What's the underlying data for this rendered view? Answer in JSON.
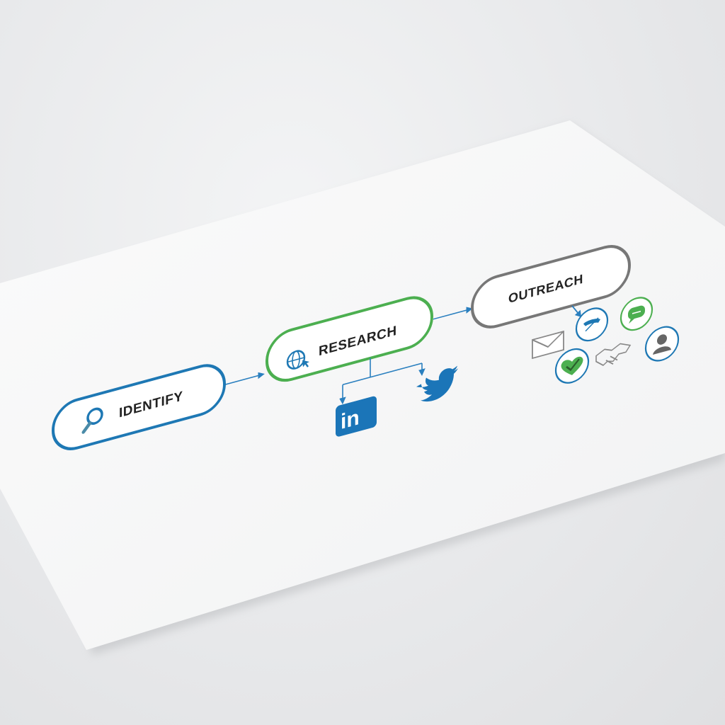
{
  "diagram": {
    "steps": [
      {
        "label": "IDENTIFY",
        "color": "#1e78b4",
        "icon": "magnifier-icon"
      },
      {
        "label": "RESEARCH",
        "color": "#4caf50",
        "icon": "globe-cursor-icon"
      },
      {
        "label": "OUTREACH",
        "color": "#777777",
        "icon": ""
      }
    ],
    "research_sources": [
      {
        "label": "in",
        "icon": "linkedin-icon",
        "color": "#1b75b8"
      },
      {
        "label": "",
        "icon": "twitter-icon",
        "color": "#1b75b8"
      }
    ],
    "outreach_channels": [
      {
        "icon": "envelope-icon",
        "color": "#888888"
      },
      {
        "icon": "phone-icon",
        "color": "#1e78b4"
      },
      {
        "icon": "chat-bubble-icon",
        "color": "#4caf50"
      },
      {
        "icon": "person-icon",
        "color": "#1e78b4"
      },
      {
        "icon": "handshake-icon",
        "color": "#888888"
      },
      {
        "icon": "heart-check-icon",
        "color": "#4caf50"
      }
    ]
  }
}
